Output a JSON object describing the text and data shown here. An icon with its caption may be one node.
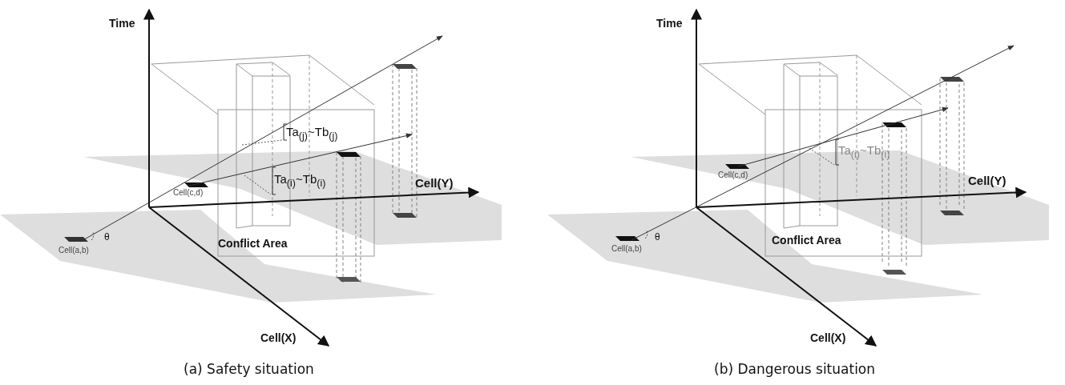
{
  "diagram": {
    "labels": [
      "Time",
      "Ta$_{(j)}$~Tb$_{(j)}$",
      "Ta$_{(i)}$~Tb$_{(i)}$",
      "Cell(Y)",
      "Cell(c,d)",
      "θ",
      "Cell(a,b)",
      "Conflict Area",
      "Cell(X)",
      "(a) Safety situation",
      "Time",
      "Ta$_{(i)}$~Tb$_{(i)}$",
      "Cell(c,d)",
      "Cell(Y)",
      "θ",
      "Cell(a,b)",
      "Conflict Area",
      "Cell(X)",
      "(b) Dangerous situation"
    ]
  }
}
